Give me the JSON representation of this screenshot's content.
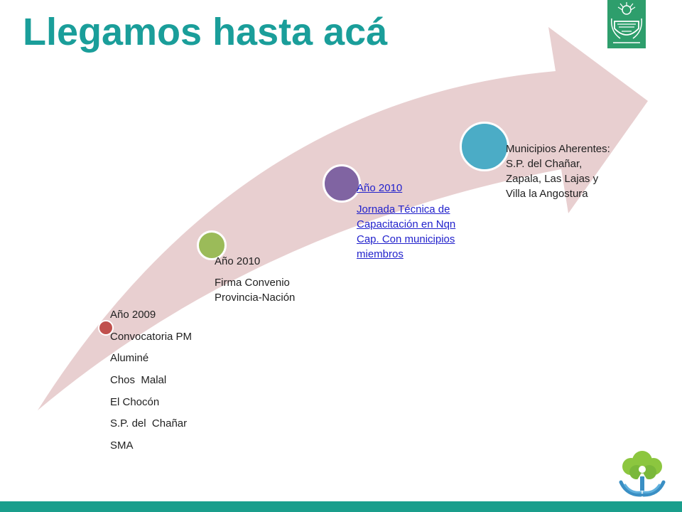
{
  "slide": {
    "title": "Llegamos hasta acá"
  },
  "milestones": [
    {
      "lines": [
        "Año 2009",
        "Convocatoria PM",
        "Aluminé",
        "Chos  Malal",
        "El Chocón",
        "S.P. del  Chañar",
        "SMA"
      ]
    },
    {
      "year": "Año 2010",
      "text": "Firma Convenio Provincia-Nación"
    },
    {
      "year": "Año 2010",
      "text": "Jornada Técnica de Capacitación en Nqn Cap. Con municipios miembros"
    },
    {
      "text": "Municipios Aherentes: S.P. del Chañar, Zapala, Las Lajas y Villa la Angostura"
    }
  ],
  "colors": {
    "title": "#1a9e9a",
    "arrow": "#e8cfd0",
    "dot1": "#c0504d",
    "dot2": "#9bbb59",
    "dot3": "#8064a2",
    "dot4": "#4bacc6",
    "footer": "#1a9e8c",
    "link": "#2222cc"
  },
  "icons": {
    "emblem": "provincial-coat-of-arms-icon",
    "logo": "tree-hands-logo-icon"
  }
}
